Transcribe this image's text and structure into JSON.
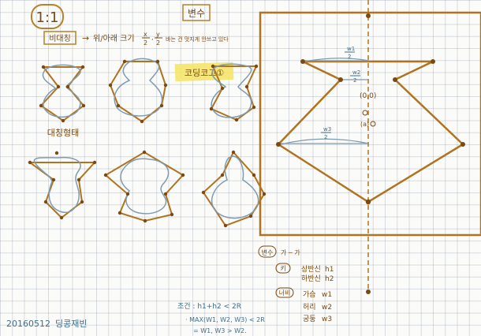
{
  "header": {
    "ratio": "1:1",
    "title": "변수"
  },
  "note": {
    "tag": "비대칭",
    "text": "위/아래 크기",
    "frac1_num": "x",
    "frac1_den": "2",
    "frac2_num": "y",
    "frac2_den": "2",
    "tail": "바는 건 멋지게 안쓰고 있다"
  },
  "sticky": {
    "label": "코딩코고①"
  },
  "left": {
    "symmetric_label": "대칭형태"
  },
  "diagram": {
    "origin": "(0,0)",
    "small_label": "(a)",
    "w1_num": "w1",
    "w1_den": "2",
    "w2_num": "w2",
    "w2_den": "2",
    "w3_num": "w3",
    "w3_den": "2"
  },
  "legend": {
    "var_tag": "변수",
    "arrow_label": "가 ─ 가",
    "height_tag": "키",
    "upper": "상반신",
    "upper_var": "h1",
    "lower": "하반신",
    "lower_var": "h2",
    "width_tag": "너비",
    "chest": "가슴",
    "chest_var": "w1",
    "waist": "허리",
    "waist_var": "w2",
    "hip": "궁둥",
    "hip_var": "w3"
  },
  "constraints": {
    "line1": "조건 : h1+h2 < 2R",
    "line2": "· MAX(W1, W2, W3) < 2R",
    "line3": "= W1, W3 > W2."
  },
  "footer": {
    "date": "20160512",
    "author": "딩콩재빈"
  },
  "colors": {
    "ink": "#7a4a12",
    "shape": "#b0731f",
    "guide": "#7f9bb0",
    "sticky": "#f4e66a"
  }
}
